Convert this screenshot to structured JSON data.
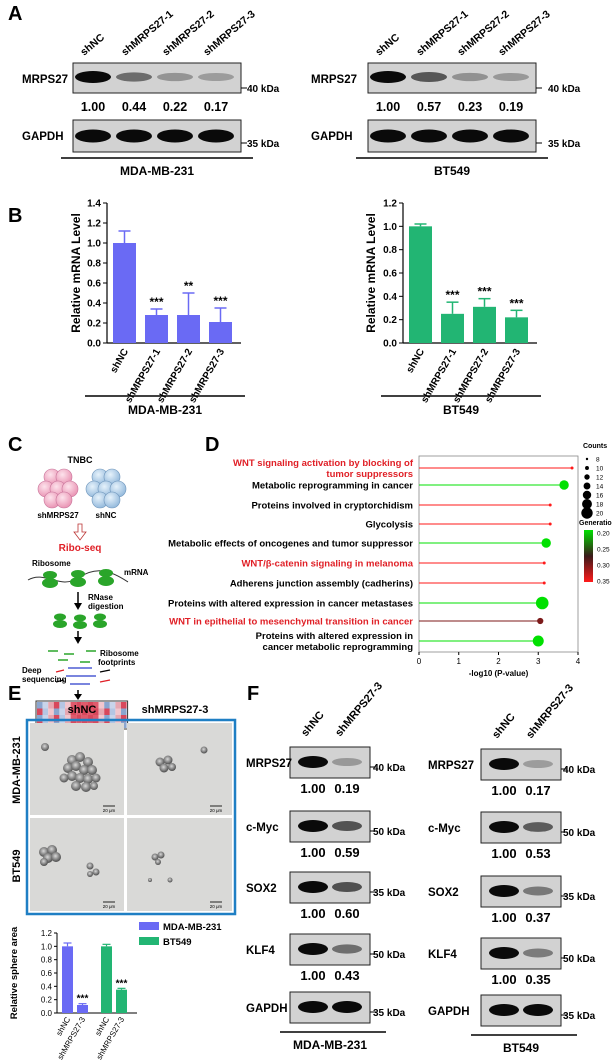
{
  "panels": {
    "A": "A",
    "B": "B",
    "C": "C",
    "D": "D",
    "E": "E",
    "F": "F"
  },
  "A": {
    "left": {
      "lanes": [
        "shNC",
        "shMRPS27-1",
        "shMRPS27-2",
        "shMRPS27-3"
      ],
      "target_label": "MRPS27",
      "target_kda": "40 kDa",
      "values": [
        "1.00",
        "0.44",
        "0.22",
        "0.17"
      ],
      "band_intensity": [
        1.0,
        0.44,
        0.22,
        0.17
      ],
      "control_label": "GAPDH",
      "control_kda": "35 kDa",
      "cell_line": "MDA-MB-231"
    },
    "right": {
      "lanes": [
        "shNC",
        "shMRPS27-1",
        "shMRPS27-2",
        "shMRPS27-3"
      ],
      "target_label": "MRPS27",
      "target_kda": "40 kDa",
      "values": [
        "1.00",
        "0.57",
        "0.23",
        "0.19"
      ],
      "band_intensity": [
        1.0,
        0.57,
        0.23,
        0.19
      ],
      "control_label": "GAPDH",
      "control_kda": "35 kDa",
      "cell_line": "BT549"
    }
  },
  "chart_data": [
    {
      "type": "bar",
      "ylabel": "Relative mRNA Level",
      "ylim": [
        0,
        1.4
      ],
      "yticks": [
        "0.0",
        "0.2",
        "0.4",
        "0.6",
        "0.8",
        "1.0",
        "1.2",
        "1.4"
      ],
      "categories": [
        "shNC",
        "shMRPS27-1",
        "shMRPS27-2",
        "shMRPS27-3"
      ],
      "values": [
        1.0,
        0.28,
        0.28,
        0.21
      ],
      "errors": [
        0.12,
        0.06,
        0.22,
        0.14
      ],
      "significance": [
        "",
        "***",
        "**",
        "***"
      ],
      "color": "#6a6af4",
      "xlabel": "MDA-MB-231"
    },
    {
      "type": "bar",
      "ylabel": "Relative mRNA Level",
      "ylim": [
        0,
        1.2
      ],
      "yticks": [
        "0.0",
        "0.2",
        "0.4",
        "0.6",
        "0.8",
        "1.0",
        "1.2"
      ],
      "categories": [
        "shNC",
        "shMRPS27-1",
        "shMRPS27-2",
        "shMRPS27-3"
      ],
      "values": [
        1.0,
        0.25,
        0.31,
        0.22
      ],
      "errors": [
        0.02,
        0.1,
        0.07,
        0.06
      ],
      "significance": [
        "",
        "***",
        "***",
        "***"
      ],
      "color": "#22b573",
      "xlabel": "BT549"
    },
    {
      "type": "scatter",
      "xlabel": "-log10 (P-value)",
      "xlim": [
        0,
        4
      ],
      "xticks": [
        "0",
        "1",
        "2",
        "3",
        "4"
      ],
      "categories": [
        "WNT signaling activation by blocking of tumor suppressors",
        "Metabolic reprogramming in cancer",
        "Proteins involved in cryptorchidism",
        "Glycolysis",
        "Metabolic effects of oncogenes and tumor suppressor",
        "WNT/β-catenin signaling in melanoma",
        "Adherens junction assembly (cadherins)",
        "Proteins with altered expression in cancer metastases",
        "WNT in epithelial to mesenchymal transition in cancer",
        "Proteins with altered expression in cancer metabolic reprogramming"
      ],
      "label_lines": [
        [
          "WNT signaling activation by blocking of",
          "tumor suppressors"
        ],
        [
          "Metabolic reprogramming in cancer"
        ],
        [
          "Proteins involved in cryptorchidism"
        ],
        [
          "Glycolysis"
        ],
        [
          "Metabolic effects of oncogenes and tumor suppressor"
        ],
        [
          "WNT/β-catenin signaling in melanoma"
        ],
        [
          "Adherens junction assembly (cadherins)"
        ],
        [
          "Proteins with altered expression in cancer metastases"
        ],
        [
          "WNT in epithelial to mesenchymal transition in cancer"
        ],
        [
          "Proteins with altered expression in",
          "cancer metabolic reprogramming"
        ]
      ],
      "highlighted": [
        true,
        false,
        false,
        false,
        false,
        true,
        false,
        false,
        true,
        false
      ],
      "x": [
        3.85,
        3.65,
        3.3,
        3.3,
        3.2,
        3.15,
        3.15,
        3.1,
        3.05,
        3.0
      ],
      "counts": [
        8,
        16,
        8,
        8,
        16,
        8,
        8,
        20,
        12,
        18
      ],
      "generation": [
        0.35,
        0.2,
        0.35,
        0.35,
        0.2,
        0.35,
        0.35,
        0.2,
        0.3,
        0.2
      ],
      "size_legend_title": "Counts",
      "size_legend": [
        "8",
        "10",
        "12",
        "14",
        "16",
        "18",
        "20"
      ],
      "color_legend_title": "Generatio",
      "color_legend": [
        "0.20",
        "0.25",
        "0.30",
        "0.35"
      ]
    },
    {
      "type": "bar",
      "ylabel": "Relative sphere area",
      "ylim": [
        0,
        1.2
      ],
      "yticks": [
        "0.0",
        "0.2",
        "0.4",
        "0.6",
        "0.8",
        "1.0",
        "1.2"
      ],
      "categories": [
        "shNC",
        "shMRPS27-3",
        "shNC",
        "shMRPS27-3"
      ],
      "series": [
        {
          "name": "MDA-MB-231",
          "values": [
            1.0,
            0.12
          ],
          "errors": [
            0.05,
            0.02
          ],
          "color": "#6a6af4"
        },
        {
          "name": "BT549",
          "values": [
            1.0,
            0.35
          ],
          "errors": [
            0.03,
            0.02
          ],
          "color": "#22b573"
        }
      ],
      "significance": [
        "",
        "***",
        "",
        "***"
      ]
    }
  ],
  "C": {
    "title": "TNBC",
    "cell_left": "shMRPS27",
    "cell_right": "shNC",
    "riboseq": "Ribo-seq",
    "ribosome": "Ribosome",
    "mrna": "mRNA",
    "rnase": [
      "RNase",
      "digestion"
    ],
    "footprints": [
      "Ribosome",
      "footprints"
    ],
    "deep": [
      "Deep",
      "sequencing"
    ]
  },
  "E": {
    "col_headers": [
      "shNC",
      "shMRPS27-3"
    ],
    "row_labels": [
      "MDA-MB-231",
      "BT549"
    ],
    "scale": "20 μm"
  },
  "F": {
    "left": {
      "lanes": [
        "shNC",
        "shMRPS27-3"
      ],
      "rows": [
        {
          "label": "MRPS27",
          "kda": "40 kDa",
          "values": [
            "1.00",
            "0.19"
          ],
          "intensity": [
            1.0,
            0.19
          ]
        },
        {
          "label": "c-Myc",
          "kda": "50 kDa",
          "values": [
            "1.00",
            "0.59"
          ],
          "intensity": [
            1.0,
            0.59
          ]
        },
        {
          "label": "SOX2",
          "kda": "35 kDa",
          "values": [
            "1.00",
            "0.60"
          ],
          "intensity": [
            1.0,
            0.6
          ]
        },
        {
          "label": "KLF4",
          "kda": "50 kDa",
          "values": [
            "1.00",
            "0.43"
          ],
          "intensity": [
            1.0,
            0.43
          ]
        },
        {
          "label": "GAPDH",
          "kda": "35 kDa",
          "values": [],
          "intensity": [
            1.0,
            1.0
          ]
        }
      ],
      "cell_line": "MDA-MB-231"
    },
    "right": {
      "lanes": [
        "shNC",
        "shMRPS27-3"
      ],
      "rows": [
        {
          "label": "MRPS27",
          "kda": "40 kDa",
          "values": [
            "1.00",
            "0.17"
          ],
          "intensity": [
            1.0,
            0.17
          ]
        },
        {
          "label": "c-Myc",
          "kda": "50 kDa",
          "values": [
            "1.00",
            "0.53"
          ],
          "intensity": [
            1.0,
            0.53
          ]
        },
        {
          "label": "SOX2",
          "kda": "35 kDa",
          "values": [
            "1.00",
            "0.37"
          ],
          "intensity": [
            1.0,
            0.37
          ]
        },
        {
          "label": "KLF4",
          "kda": "50 kDa",
          "values": [
            "1.00",
            "0.35"
          ],
          "intensity": [
            1.0,
            0.35
          ]
        },
        {
          "label": "GAPDH",
          "kda": "35 kDa",
          "values": [],
          "intensity": [
            1.0,
            1.0
          ]
        }
      ],
      "cell_line": "BT549"
    }
  }
}
